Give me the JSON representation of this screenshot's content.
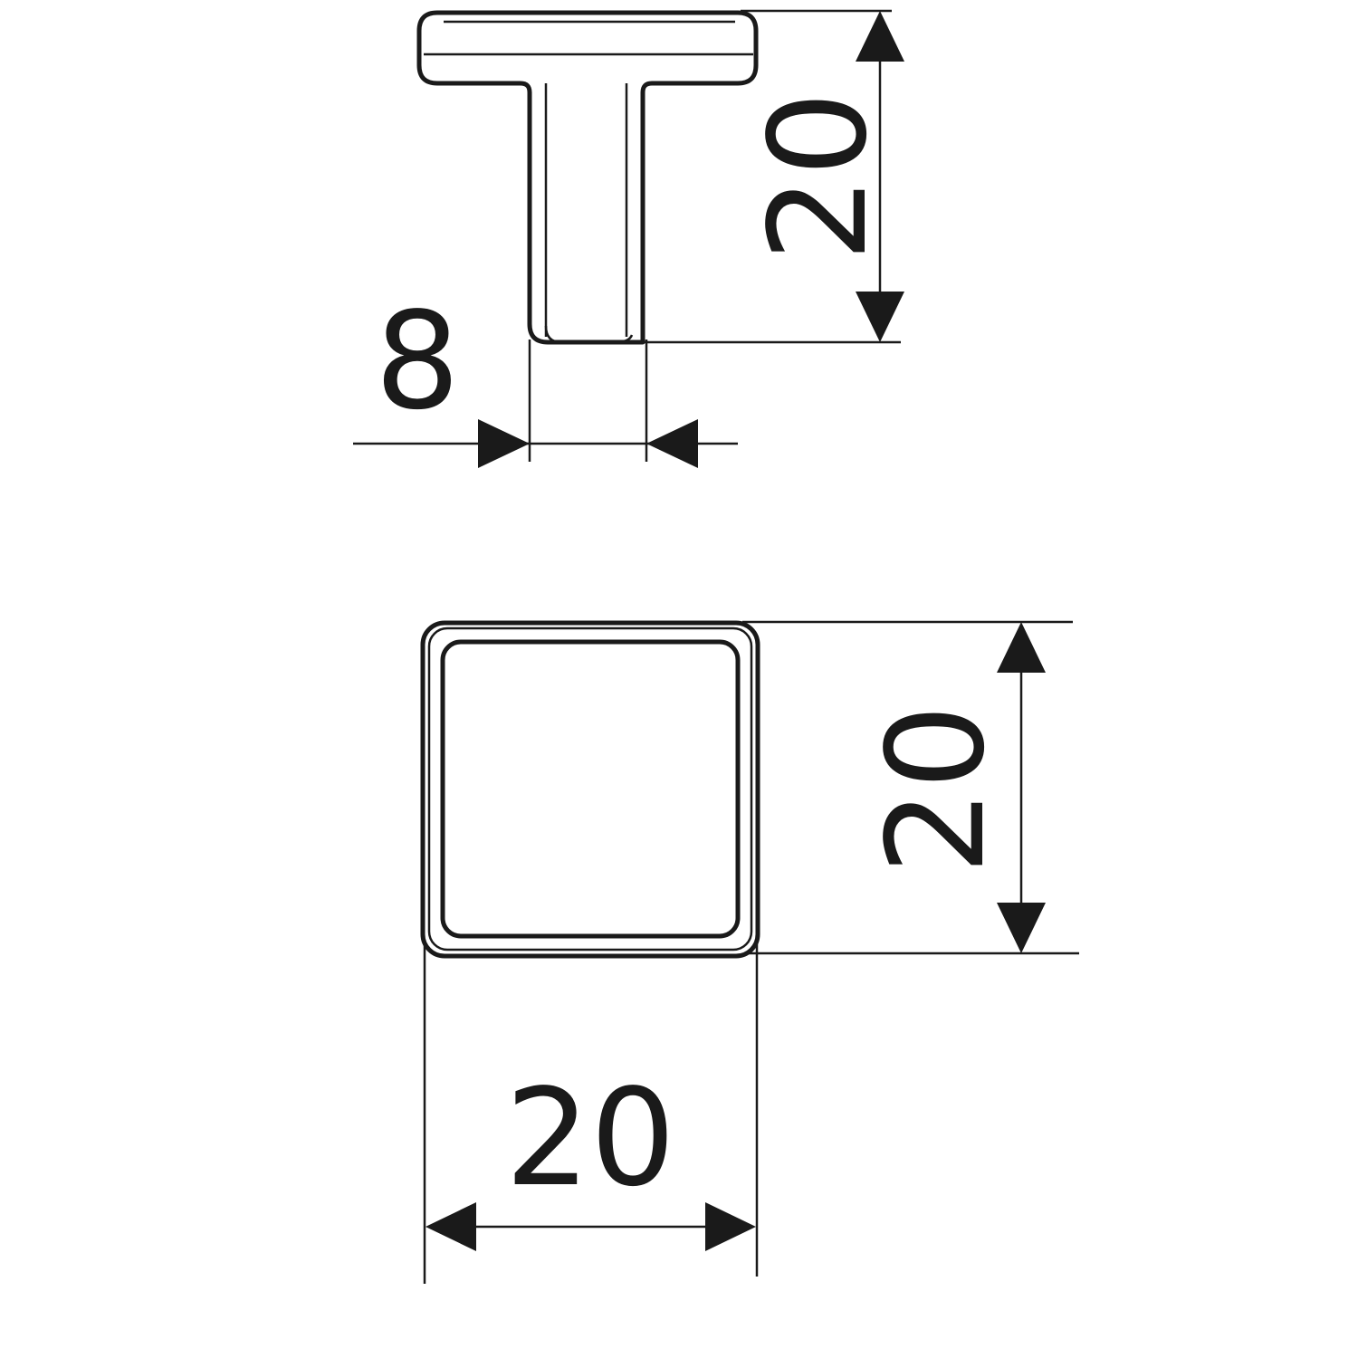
{
  "drawing": {
    "side_view": {
      "height_label": "20",
      "stem_width_label": "8"
    },
    "top_view": {
      "height_label": "20",
      "width_label": "20"
    },
    "colors": {
      "line": "#1a1a1a",
      "background": "#ffffff"
    }
  }
}
